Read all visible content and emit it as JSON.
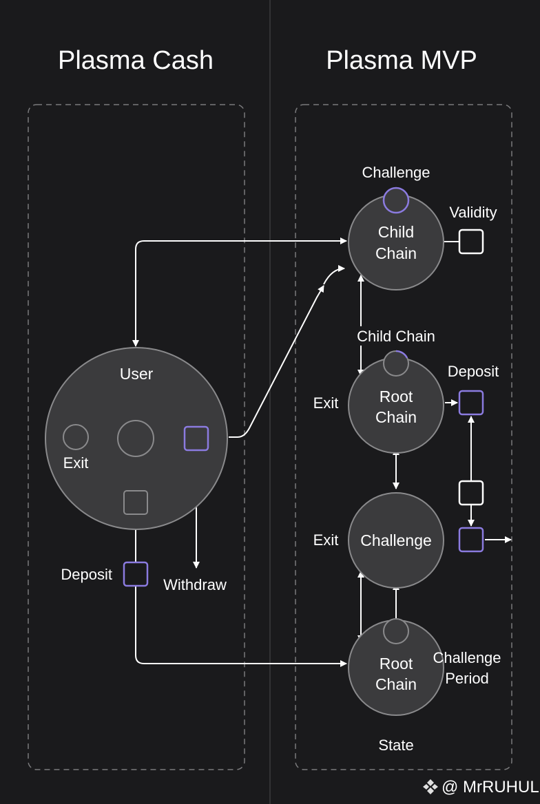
{
  "panels": {
    "left": {
      "title": "Plasma Cash",
      "user_node": {
        "label": "User",
        "exit_label": "Exit"
      },
      "deposit_label": "Deposit",
      "withdraw_label": "Withdraw"
    },
    "right": {
      "title": "Plasma MVP",
      "child_chain_node": {
        "line1": "Child",
        "line2": "Chain",
        "top_label": "Challenge",
        "side_label": "Validity"
      },
      "child_chain_link_label": "Child Chain",
      "root_chain_node_1": {
        "line1": "Root",
        "line2": "Chain",
        "exit_label": "Exit",
        "deposit_label": "Deposit"
      },
      "challenge_node": {
        "label": "Challenge",
        "exit_label": "Exit"
      },
      "root_chain_node_2": {
        "line1": "Root",
        "line2": "Chain",
        "side_line1": "Challenge",
        "side_line2": "Period",
        "bottom_label": "State"
      }
    }
  },
  "colors": {
    "background": "#1a1a1c",
    "node_fill": "#3b3b3d",
    "node_stroke": "#8a8a8c",
    "accent_purple": "#8b7be0",
    "arrow": "#ffffff",
    "dashed_border": "#7a7a7c"
  },
  "watermark": {
    "text": "@ MrRUHUL",
    "icon": "binance-diamond-icon"
  }
}
